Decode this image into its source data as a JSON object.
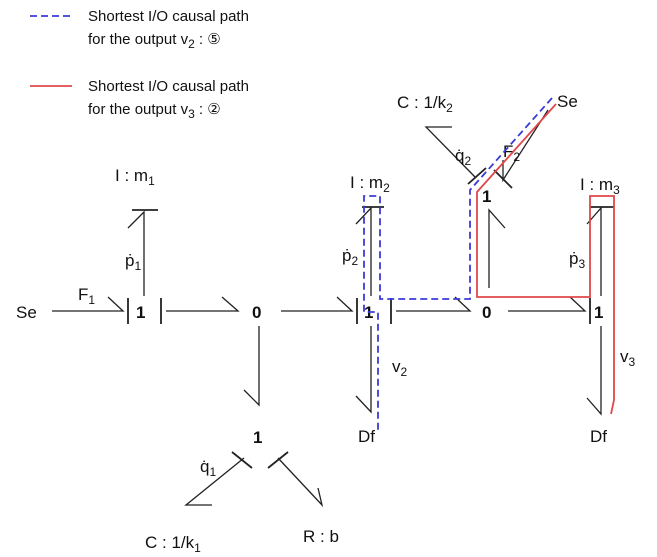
{
  "legend": {
    "blue": {
      "line1": "Shortest I/O causal path",
      "line2_prefix": "for the output v",
      "line2_sub": "2",
      "line2_suffix": " : ⑤",
      "color": "#3b3bd6",
      "style": "dashed"
    },
    "red": {
      "line1": "Shortest I/O causal path",
      "line2_prefix": "for the output v",
      "line2_sub": "3",
      "line2_suffix": " : ②",
      "color": "#e0484b",
      "style": "solid"
    }
  },
  "elements": {
    "se_left": "Se",
    "f1": {
      "main": "F",
      "sub": "1"
    },
    "i_m1": {
      "main": "I : m",
      "sub": "1"
    },
    "p1dot": {
      "main": "ṗ",
      "sub": "1"
    },
    "junction1_a": "1",
    "junction0_a": "0",
    "junction1_b": "1",
    "junction1_c": "1",
    "q1dot": {
      "main": "q̇",
      "sub": "1"
    },
    "c_k1": {
      "main": "C : 1/k",
      "sub": "1"
    },
    "r_b": "R : b",
    "i_m2": {
      "main": "I : m",
      "sub": "2"
    },
    "p2dot": {
      "main": "ṗ",
      "sub": "2"
    },
    "v2": {
      "main": "v",
      "sub": "2"
    },
    "df_1": "Df",
    "c_k2": {
      "main": "C : 1/k",
      "sub": "2"
    },
    "q2dot": {
      "main": "q̇",
      "sub": "2"
    },
    "se_right": "Se",
    "f2": {
      "main": "F",
      "sub": "2"
    },
    "junction1_d": "1",
    "junction0_b": "0",
    "junction1_e": "1",
    "i_m3": {
      "main": "I : m",
      "sub": "3"
    },
    "p3dot": {
      "main": "ṗ",
      "sub": "3"
    },
    "v3": {
      "main": "v",
      "sub": "3"
    },
    "df_2": "Df"
  }
}
